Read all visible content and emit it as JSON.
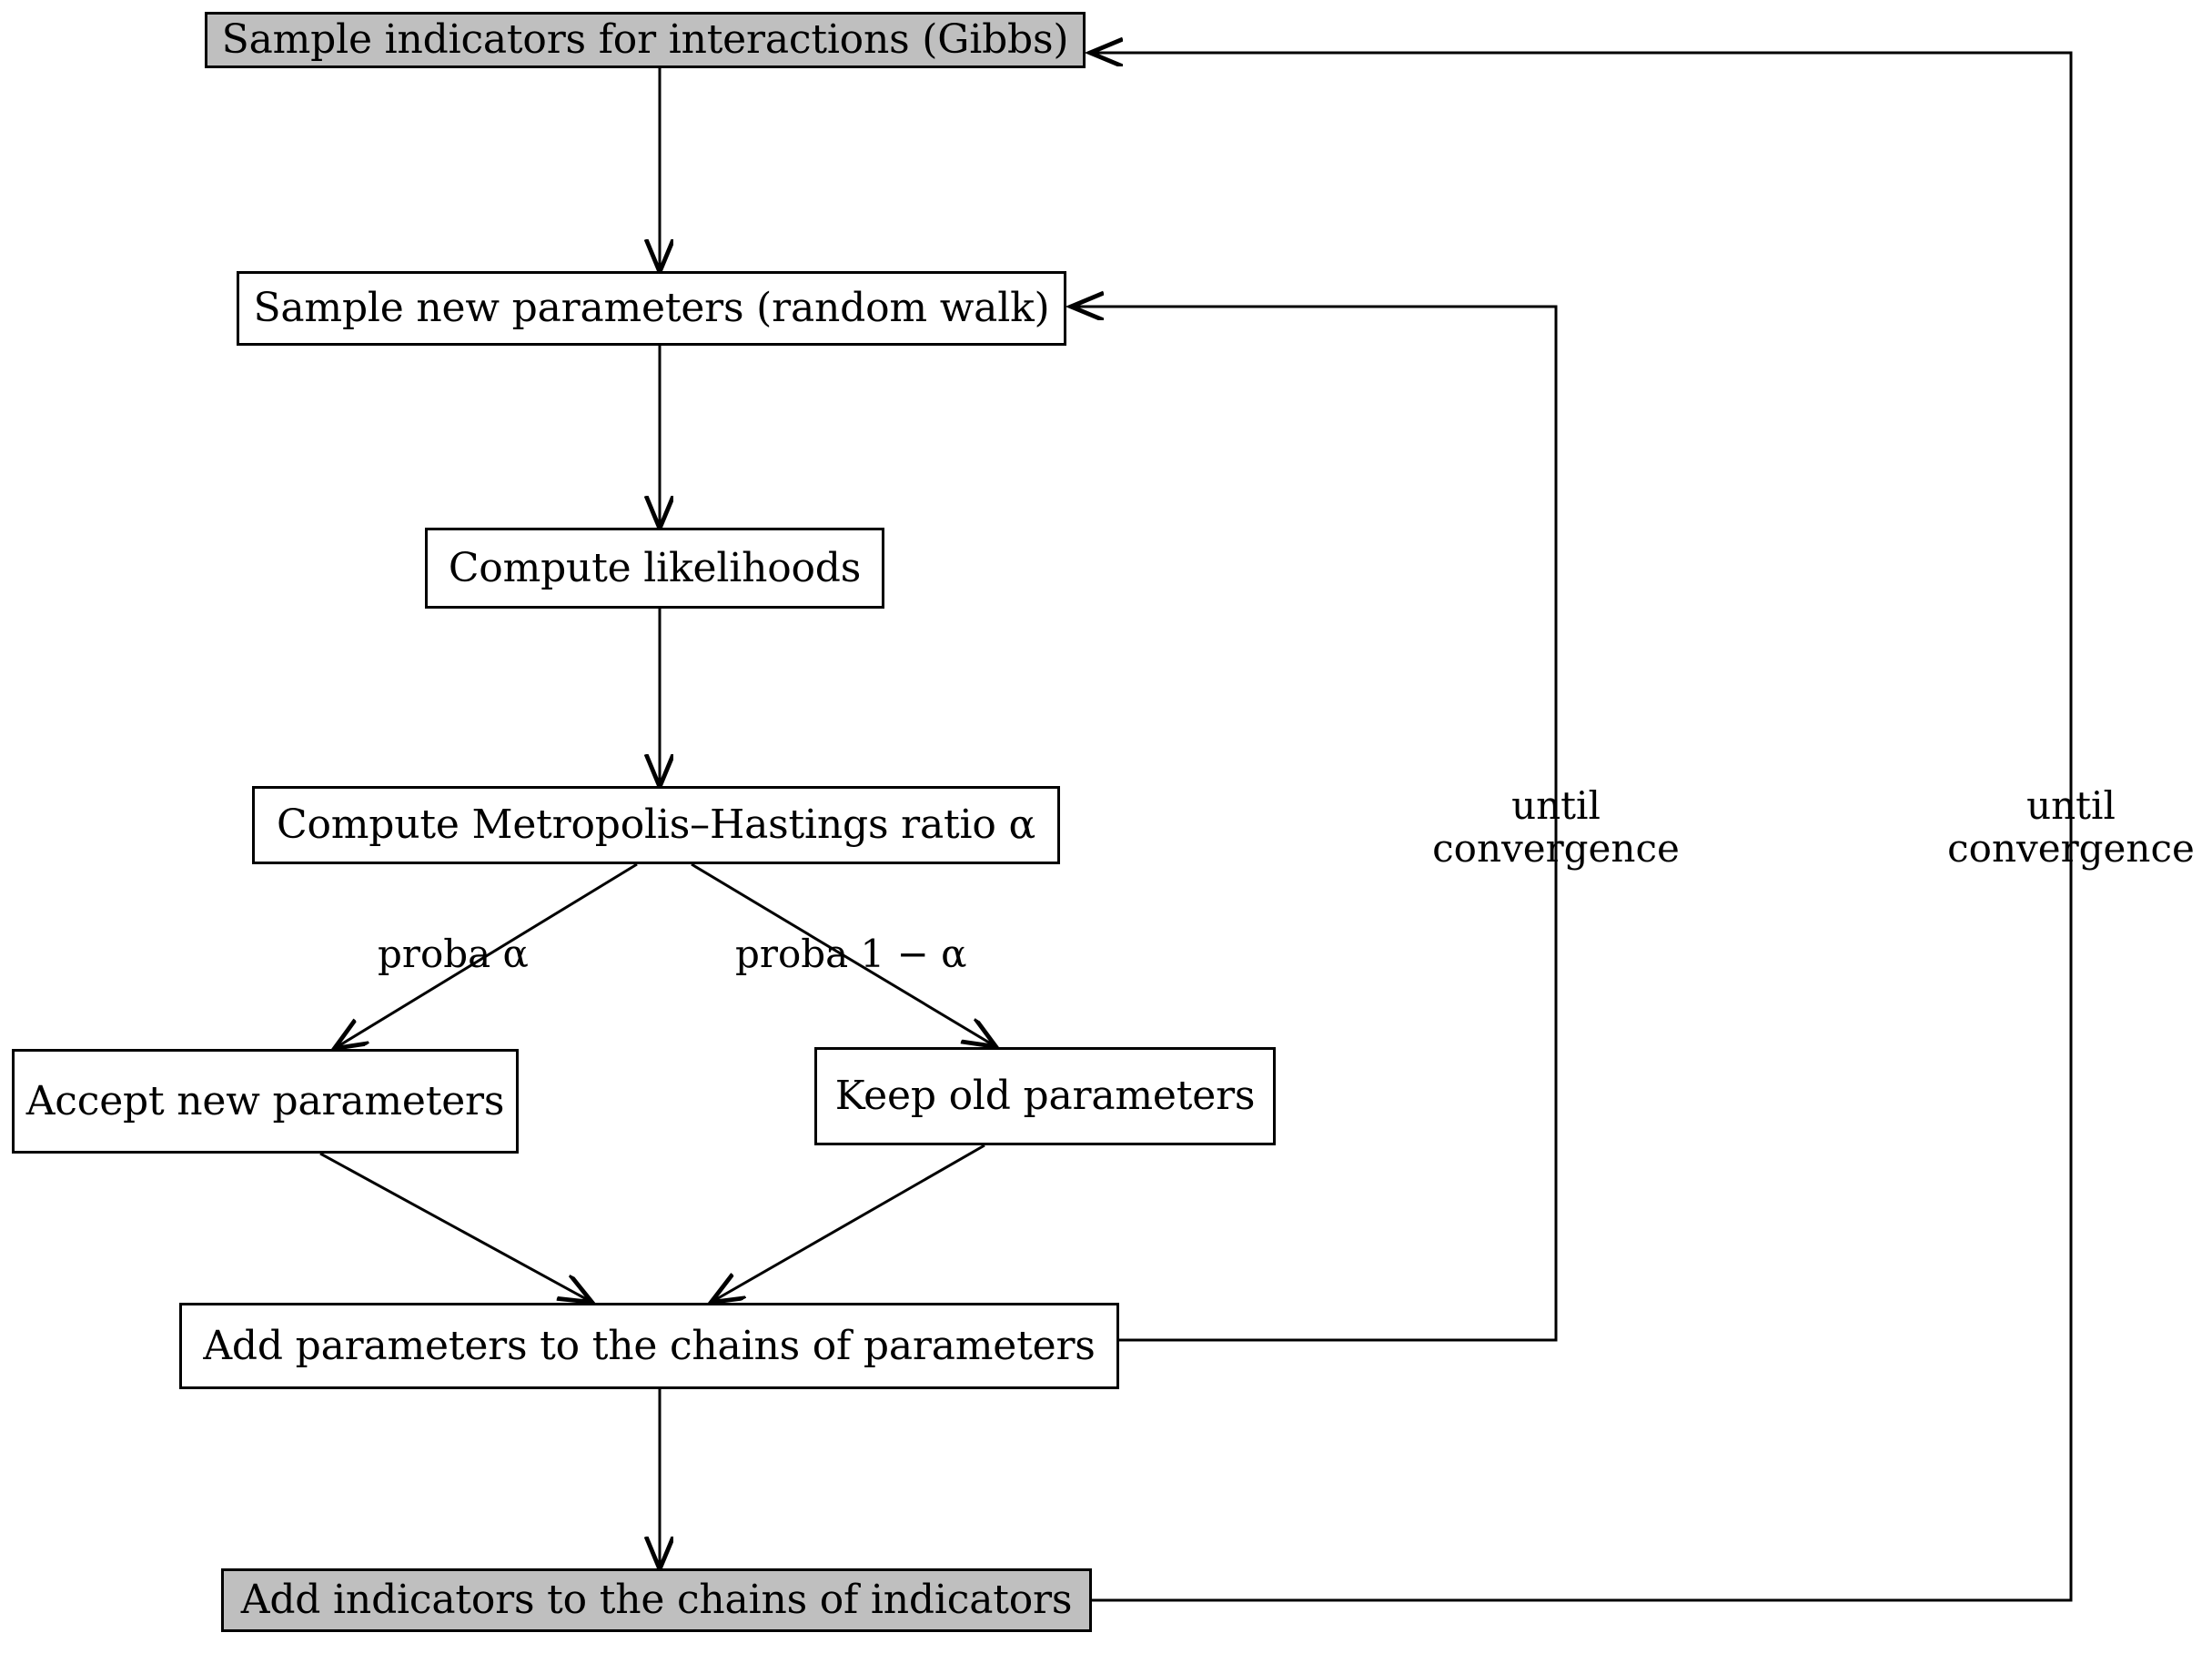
{
  "diagram": {
    "title_text": "",
    "colors": {
      "shaded_fill": "#bfbfbf",
      "plain_fill": "#ffffff",
      "stroke": "#000000"
    },
    "nodes": [
      {
        "id": "sample-indicators",
        "label": "Sample indicators for interactions (Gibbs)",
        "shaded": true
      },
      {
        "id": "sample-parameters",
        "label": "Sample new parameters (random walk)",
        "shaded": false
      },
      {
        "id": "compute-likelihoods",
        "label": "Compute likelihoods",
        "shaded": false
      },
      {
        "id": "compute-mh-ratio",
        "label": "Compute Metropolis–Hastings ratio α",
        "shaded": false
      },
      {
        "id": "accept-new",
        "label": "Accept new parameters",
        "shaded": false
      },
      {
        "id": "keep-old",
        "label": "Keep old parameters",
        "shaded": false
      },
      {
        "id": "add-parameters",
        "label": "Add parameters to the chains of parameters",
        "shaded": false
      },
      {
        "id": "add-indicators",
        "label": "Add indicators to the chains of indicators",
        "shaded": true
      }
    ],
    "branch_labels": {
      "left": "proba α",
      "right": "proba 1 − α"
    },
    "loop_labels": {
      "parameters_loop": "until\nconvergence",
      "indicators_loop": "until\nconvergence"
    }
  }
}
